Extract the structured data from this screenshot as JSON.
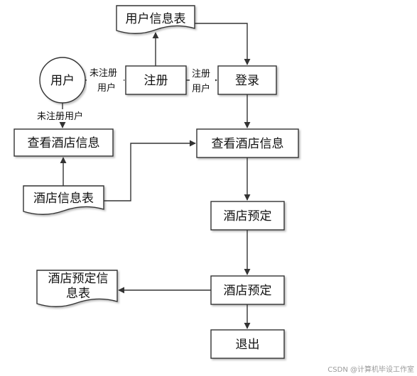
{
  "nodes": {
    "user": "用户",
    "user_info_table": "用户信息表",
    "register": "注册",
    "login": "登录",
    "view_hotel_left": "查看酒店信息",
    "view_hotel_right": "查看酒店信息",
    "hotel_info_table": "酒店信息表",
    "hotel_booking_1": "酒店预定",
    "hotel_booking_2": "酒店预定",
    "booking_table_line1": "酒店预定信",
    "booking_table_line2": "息表",
    "logout": "退出"
  },
  "edge_labels": {
    "unregistered_line1": "未注册",
    "unregistered_line2": "用户",
    "registered_line1": "注册",
    "registered_line2": "用户",
    "unregistered_user": "未注册用户"
  },
  "watermark": "CSDN @计算机毕设工作室",
  "colors": {
    "stroke": "#333333",
    "text": "#111111",
    "watermark": "#9a9a9a"
  }
}
